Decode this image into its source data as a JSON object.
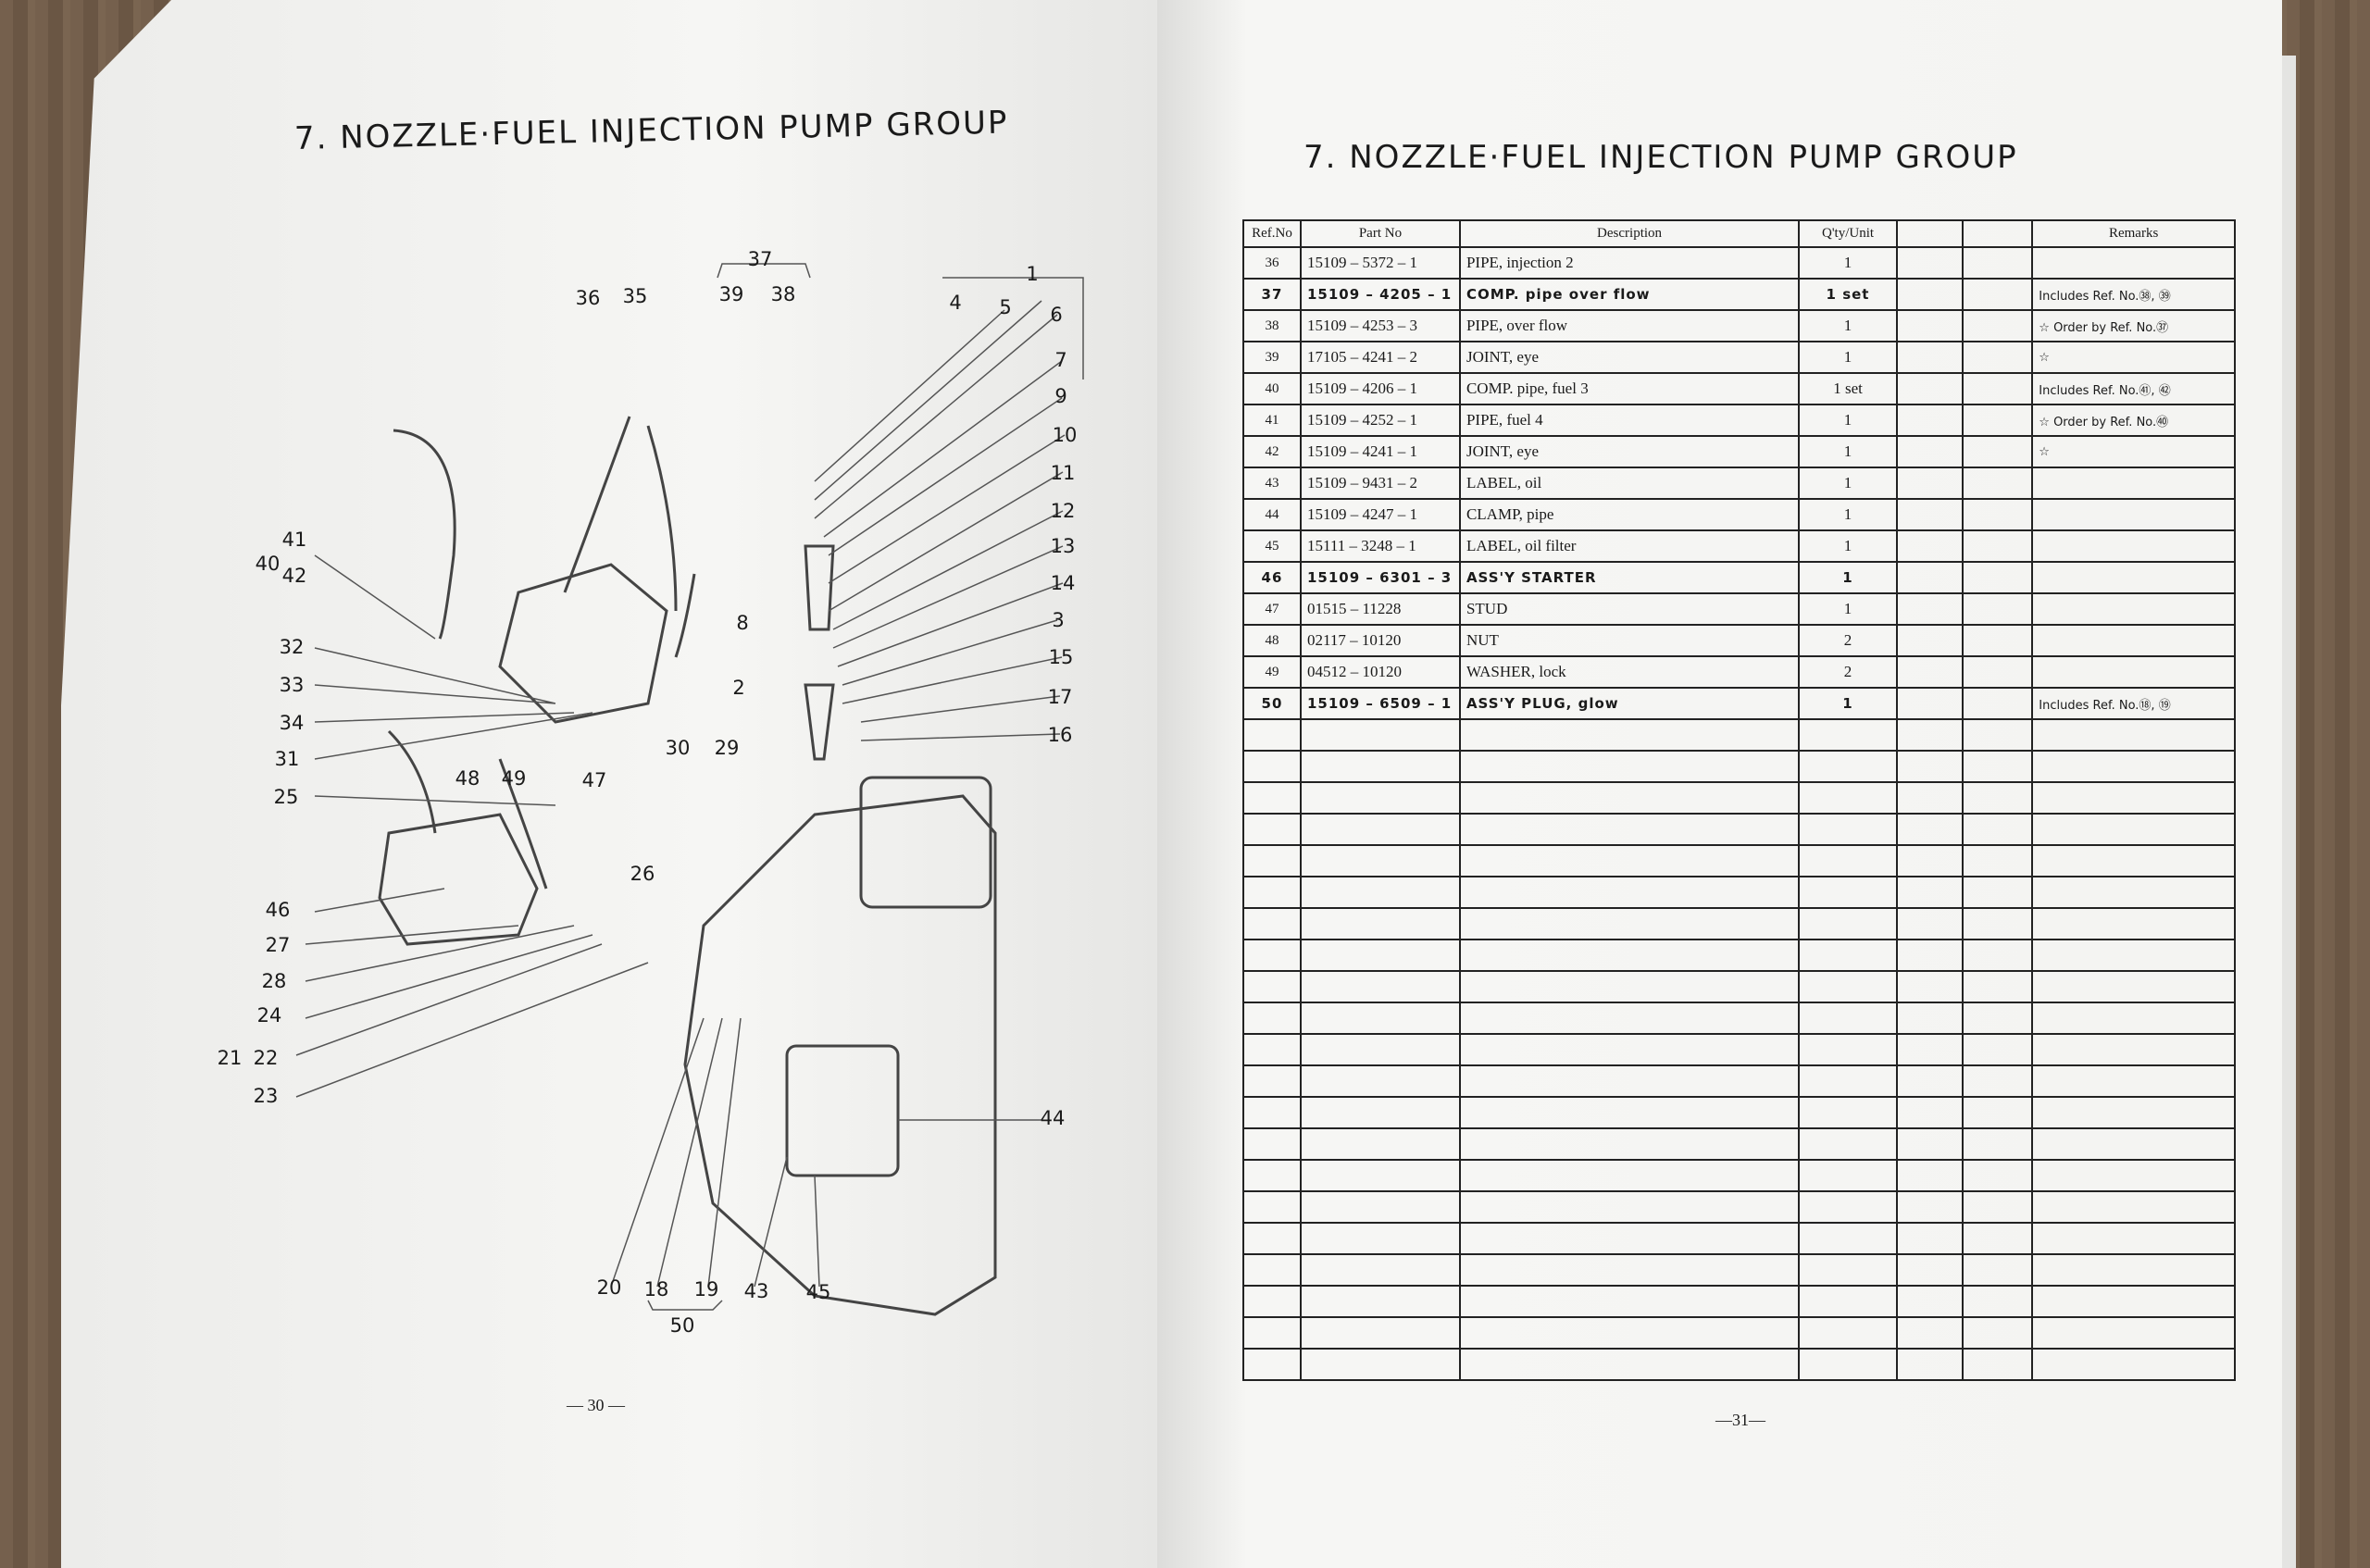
{
  "left_page": {
    "title": "7. NOZZLE·FUEL INJECTION PUMP GROUP",
    "page_number": "— 30 —",
    "callouts": [
      "37",
      "1",
      "36",
      "35",
      "39",
      "38",
      "4",
      "5",
      "6",
      "7",
      "9",
      "10",
      "11",
      "12",
      "13",
      "14",
      "3",
      "15",
      "17",
      "16",
      "8",
      "2",
      "41",
      "40",
      "42",
      "32",
      "33",
      "34",
      "31",
      "25",
      "30",
      "29",
      "48",
      "49",
      "47",
      "26",
      "46",
      "27",
      "28",
      "24",
      "21",
      "22",
      "23",
      "44",
      "20",
      "18",
      "19",
      "43",
      "45",
      "50"
    ]
  },
  "right_page": {
    "title": "7. NOZZLE·FUEL INJECTION PUMP GROUP",
    "page_number": "—31—",
    "headers": {
      "ref": "Ref.No",
      "part": "Part No",
      "desc": "Description",
      "qty": "Q'ty/Unit",
      "remarks": "Remarks"
    },
    "rows": [
      {
        "ref": "36",
        "part": "15109 – 5372 – 1",
        "desc": "PIPE, injection 2",
        "qty": "1",
        "remarks": ""
      },
      {
        "ref": "37",
        "part": "15109 – 4205 – 1",
        "desc": "COMP. pipe over flow",
        "qty": "1 set",
        "remarks": "Includes Ref. No.㊳, ㊴"
      },
      {
        "ref": "38",
        "part": "15109 – 4253 – 3",
        "desc": "PIPE, over flow",
        "qty": "1",
        "remarks": "☆ Order by Ref. No.㊲"
      },
      {
        "ref": "39",
        "part": "17105 – 4241 – 2",
        "desc": "JOINT, eye",
        "qty": "1",
        "remarks": "☆"
      },
      {
        "ref": "40",
        "part": "15109 – 4206 – 1",
        "desc": "COMP. pipe, fuel 3",
        "qty": "1 set",
        "remarks": "Includes Ref. No.㊶, ㊷"
      },
      {
        "ref": "41",
        "part": "15109 – 4252 – 1",
        "desc": "PIPE, fuel 4",
        "qty": "1",
        "remarks": "☆ Order by Ref. No.㊵"
      },
      {
        "ref": "42",
        "part": "15109 – 4241 – 1",
        "desc": "JOINT, eye",
        "qty": "1",
        "remarks": "☆"
      },
      {
        "ref": "43",
        "part": "15109 – 9431 – 2",
        "desc": "LABEL, oil",
        "qty": "1",
        "remarks": ""
      },
      {
        "ref": "44",
        "part": "15109 – 4247 – 1",
        "desc": "CLAMP, pipe",
        "qty": "1",
        "remarks": ""
      },
      {
        "ref": "45",
        "part": "15111 – 3248 – 1",
        "desc": "LABEL, oil filter",
        "qty": "1",
        "remarks": ""
      },
      {
        "ref": "46",
        "part": "15109 – 6301 – 3",
        "desc": "ASS'Y STARTER",
        "qty": "1",
        "remarks": ""
      },
      {
        "ref": "47",
        "part": "01515 – 11228",
        "desc": "STUD",
        "qty": "1",
        "remarks": ""
      },
      {
        "ref": "48",
        "part": "02117 – 10120",
        "desc": "NUT",
        "qty": "2",
        "remarks": ""
      },
      {
        "ref": "49",
        "part": "04512 – 10120",
        "desc": "WASHER, lock",
        "qty": "2",
        "remarks": ""
      },
      {
        "ref": "50",
        "part": "15109 – 6509 – 1",
        "desc": "ASS'Y PLUG, glow",
        "qty": "1",
        "remarks": "Includes Ref. No.⑱, ⑲"
      }
    ],
    "bold_refs": [
      "37",
      "46",
      "50"
    ],
    "empty_rows": 21
  }
}
